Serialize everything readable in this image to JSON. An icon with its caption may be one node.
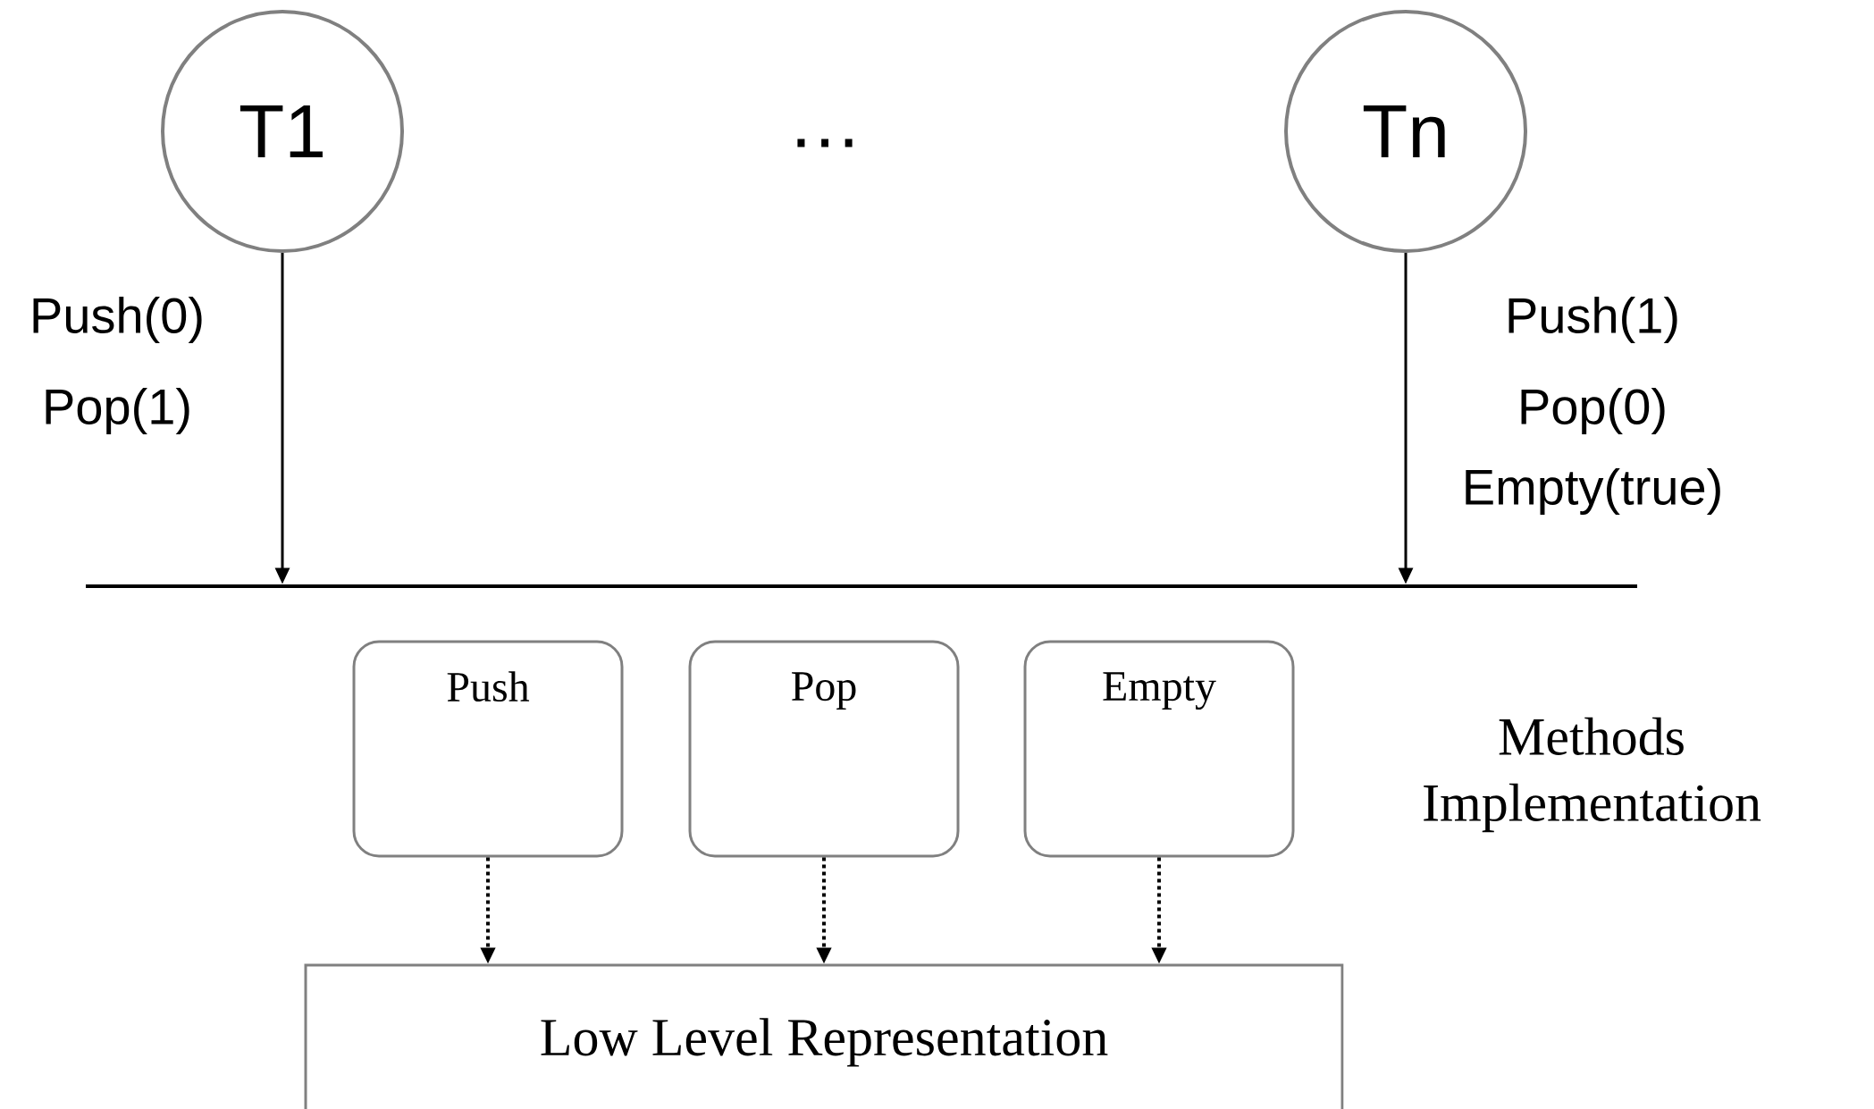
{
  "diagram": {
    "nodes": [
      {
        "text": [
          "T1"
        ]
      },
      {
        "text": [
          "Tn"
        ]
      },
      {
        "text": [],
        "shape": "bar"
      },
      {
        "text": [
          "Push"
        ]
      },
      {
        "text": [
          "Pop"
        ]
      },
      {
        "text": [
          "Empty"
        ]
      },
      {
        "text": [
          "Low Level Representation"
        ]
      }
    ],
    "edges": [
      {
        "from": 0,
        "to": 2,
        "arrow": "to"
      },
      {
        "from": 1,
        "to": 2,
        "arrow": "to"
      },
      {
        "from": 3,
        "to": 6,
        "arrow": "to",
        "style": "dashed"
      },
      {
        "from": 4,
        "to": 6,
        "arrow": "to",
        "style": "dashed"
      },
      {
        "from": 5,
        "to": 6,
        "arrow": "to",
        "style": "dashed"
      }
    ],
    "labels": [
      "…",
      "Push(0)",
      "Pop(1)",
      "Push(1)",
      "Pop(0)",
      "Empty(true)",
      "Methods Implementation"
    ]
  }
}
